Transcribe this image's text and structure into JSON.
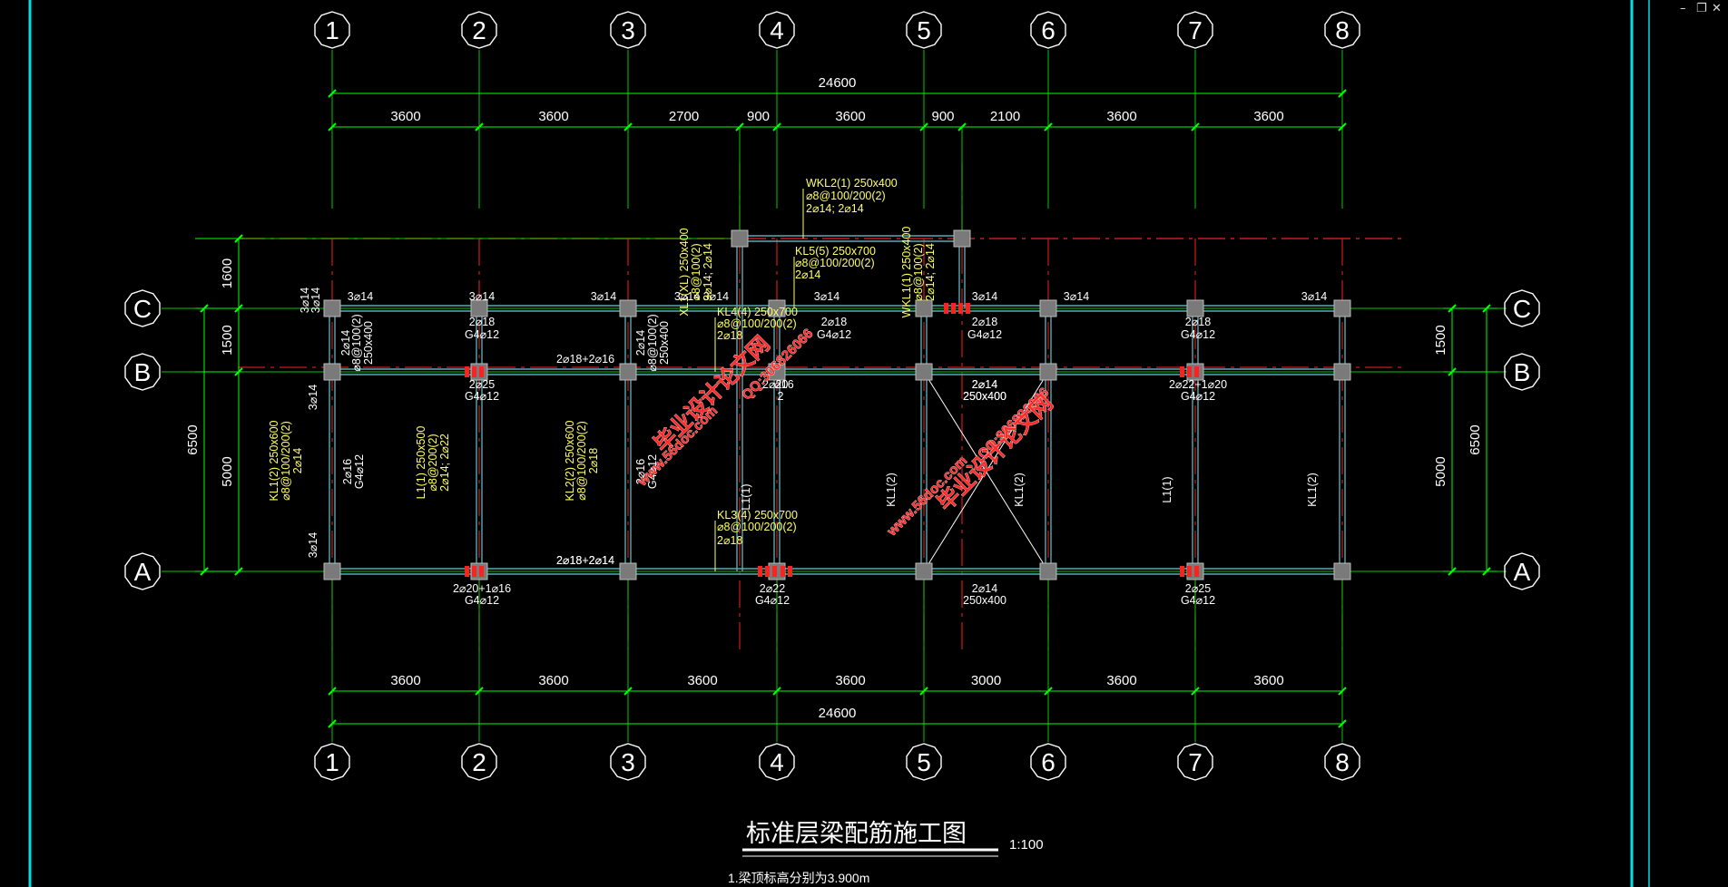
{
  "window_controls": {
    "minimize": "–",
    "restore": "❐",
    "close": "✕"
  },
  "colors": {
    "background": "#000000",
    "axis": "#00c800",
    "dim": "#00ff00",
    "text_white": "#ffffff",
    "text_yellow": "#ffff66",
    "beam": "#5aa8b4",
    "column": "#7a7a7a",
    "rebar": "#ff2020",
    "centerline": "#cc1a1a",
    "frame": "#00e0e0",
    "watermark": "#ff2a2a"
  },
  "axes_x": [
    "1",
    "2",
    "3",
    "4",
    "5",
    "6",
    "7",
    "8"
  ],
  "axes_y": [
    "C",
    "B",
    "A"
  ],
  "dims_top": {
    "total": "24600",
    "segments": [
      "3600",
      "3600",
      "2700",
      "900",
      "3600",
      "900",
      "2100",
      "3600",
      "3600"
    ]
  },
  "dims_bottom": {
    "total": "24600",
    "segments": [
      "3600",
      "3600",
      "3600",
      "3600",
      "3000",
      "3600",
      "3600"
    ]
  },
  "dims_left": {
    "total": "6500",
    "segments": [
      "1600",
      "1500",
      "5000"
    ]
  },
  "dims_right": {
    "total": "6500",
    "segments": [
      "1500",
      "5000"
    ]
  },
  "labels": [
    "3⌀14",
    "3⌀14",
    "3⌀14",
    "3⌀14 3⌀14",
    "3⌀14",
    "3⌀14",
    "3⌀14",
    "3⌀14",
    "2⌀18",
    "G4⌀12",
    "2⌀18",
    "G4⌀12",
    "2⌀18",
    "G4⌀12",
    "2⌀18",
    "G4⌀12",
    "2⌀14",
    "250x400",
    "2⌀25",
    "G4⌀12",
    "2⌀18+2⌀16",
    "2⌀14",
    "250x400",
    "2⌀22+1⌀20",
    "G4⌀12",
    "2⌀20+1⌀16",
    "G4⌀12",
    "2⌀18+2⌀14",
    "2⌀18+2⌀14",
    "2⌀22",
    "G4⌀12",
    "2⌀14",
    "250x400",
    "2⌀25",
    "G4⌀12",
    "KL5(5) 250x700",
    "⌀8@100/200(2)",
    "2⌀14",
    "KL4(4) 250x700",
    "⌀8@100/200(2)",
    "2⌀18",
    "WKL2(1) 250x400",
    "⌀8@100/200(2)",
    "2⌀14; 2⌀14",
    "KL3(4) 250x700",
    "⌀8@100/200(2)",
    "2⌀18",
    "2⌀20",
    "⌀16",
    "2",
    "3⌀14",
    "3⌀14",
    "3⌀14",
    "3⌀14",
    "XL1(XL) 250x400",
    "⌀8@100(2)",
    "3⌀14; 2⌀14",
    "WKL1(1) 250x400",
    "⌀8@100(2)",
    "2⌀14; 2⌀14",
    "2⌀14",
    "⌀8@100(2)",
    "250x400",
    "KL1(2) 250x600",
    "⌀8@100/200(2)",
    "2⌀14",
    "2⌀16",
    "G4⌀12",
    "L1(1) 250x500",
    "⌀8@200(2)",
    "2⌀14; 2⌀22",
    "KL2(2) 250x600",
    "⌀8@100/200(2)",
    "2⌀18",
    "2⌀16",
    "G4⌀12",
    "2⌀14",
    "⌀8@100(2)",
    "250x400",
    "L1(1)",
    "KL1(2)",
    "KL1(2)",
    "L1(1)",
    "KL1(2)"
  ],
  "watermarks": [
    "毕业设计论文网",
    "www.56doc.com",
    "QQ:306826066",
    "www.56doc.com",
    "QQ:306826066",
    "毕业设计论文网"
  ],
  "title": "标准层梁配筋施工图",
  "scale": "1:100",
  "note": "1.梁顶标高分别为3.900m"
}
